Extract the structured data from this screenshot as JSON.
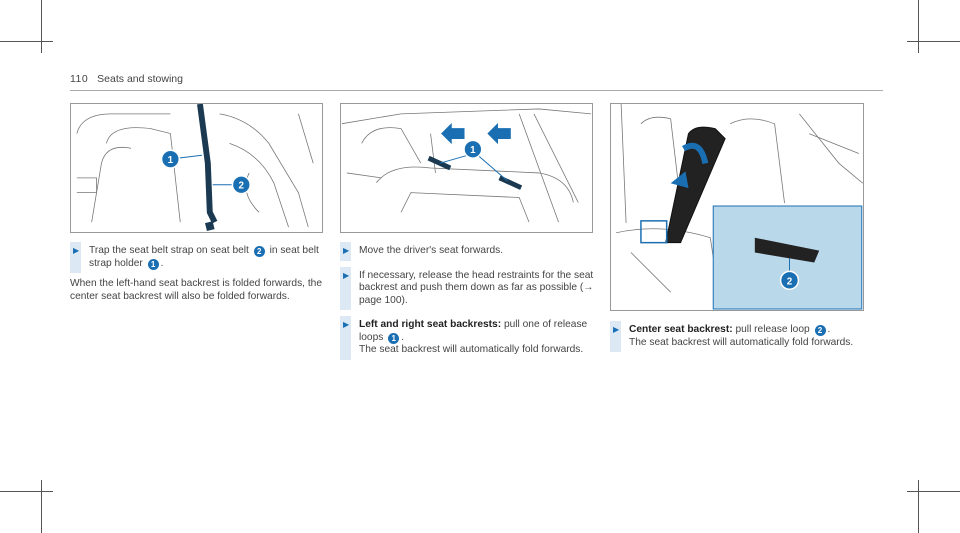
{
  "header": {
    "page_number": "110",
    "section_title": "Seats and stowing"
  },
  "figures": [
    {
      "callouts": [
        "1",
        "2"
      ]
    },
    {
      "callouts": [
        "1"
      ]
    },
    {
      "callouts": [
        "2"
      ]
    }
  ],
  "col1": {
    "step1": {
      "a": "Trap the seat belt strap on seat belt",
      "b2": "2",
      "c": "in seat belt strap holder",
      "b1": "1",
      "d": "."
    },
    "paragraph": "When the left-hand seat backrest is folded forwards, the center seat backrest will also be folded forwards."
  },
  "col2": {
    "step1": "Move the driver's seat forwards.",
    "step2": "If necessary, release the head restraints for the seat backrest and push them down as far as possible (→ page 100).",
    "step3": {
      "bold": "Left and right seat backrests:",
      "a": "pull one of release loops",
      "b1": "1",
      "c": ".",
      "d": "The seat backrest will automatically fold forwards."
    }
  },
  "col3": {
    "step1": {
      "bold": "Center seat backrest:",
      "a": "pull release loop",
      "b2": "2",
      "c": ".",
      "d": "The seat backrest will automatically fold forwards."
    }
  },
  "colors": {
    "accent": "#1a6fb3",
    "step_bar": "#dce9f5",
    "inset_bg": "#b9d9ea"
  }
}
